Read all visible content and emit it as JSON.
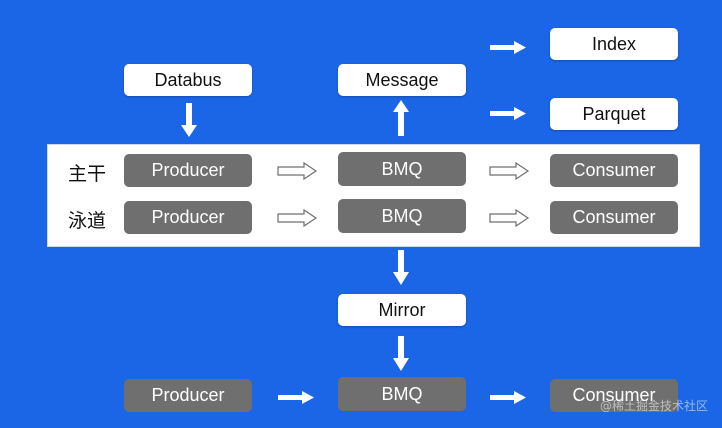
{
  "top": {
    "databus": "Databus",
    "message": "Message",
    "index": "Index",
    "parquet": "Parquet"
  },
  "rows": [
    {
      "label": "主干",
      "producer": "Producer",
      "bmq": "BMQ",
      "consumer": "Consumer"
    },
    {
      "label": "泳道",
      "producer": "Producer",
      "bmq": "BMQ",
      "consumer": "Consumer"
    }
  ],
  "mirror": "Mirror",
  "bottom": {
    "producer": "Producer",
    "bmq": "BMQ",
    "consumer": "Consumer"
  },
  "watermark": "@稀土掘金技术社区",
  "colors": {
    "background": "#1a66e6",
    "node_white": "#ffffff",
    "node_gray": "#6f6f6f"
  }
}
